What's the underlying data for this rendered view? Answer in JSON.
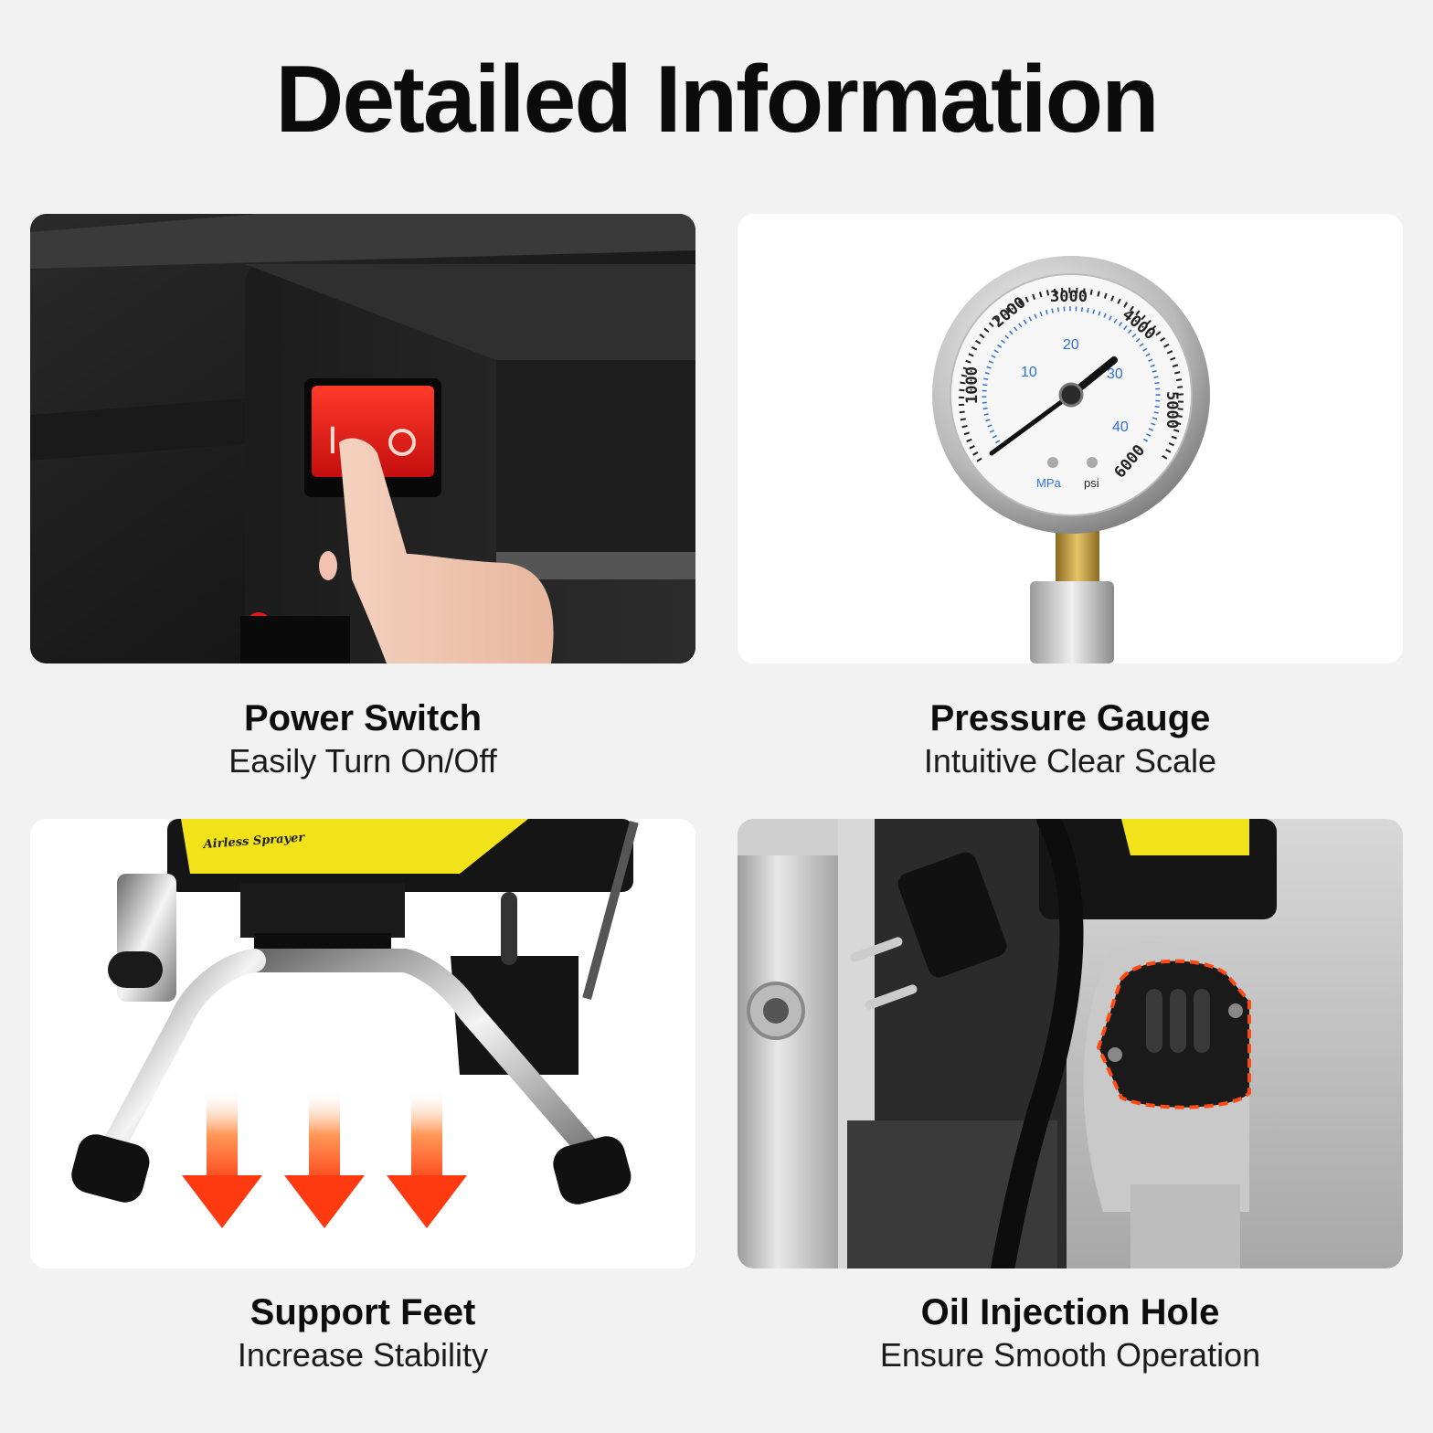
{
  "page": {
    "title": "Detailed Information"
  },
  "features": [
    {
      "title": "Power Switch",
      "subtitle": "Easily Turn On/Off"
    },
    {
      "title": "Pressure Gauge",
      "subtitle": "Intuitive Clear Scale"
    },
    {
      "title": "Support Feet",
      "subtitle": "Increase Stability"
    },
    {
      "title": "Oil Injection Hole",
      "subtitle": "Ensure Smooth Operation"
    }
  ],
  "gauge": {
    "outer_labels": [
      "1000",
      "2000",
      "3000",
      "4000",
      "5000",
      "6000"
    ],
    "inner_labels": [
      "10",
      "20",
      "30",
      "40"
    ],
    "unit_left": "MPa",
    "unit_right": "psi"
  },
  "sprayer_label": {
    "brand": "Airless Sprayer"
  },
  "colors": {
    "switch_red": "#e01818",
    "arrow_orange": "#ff4a14",
    "label_yellow": "#f2e21a",
    "gauge_blue": "#2f6fd6"
  }
}
